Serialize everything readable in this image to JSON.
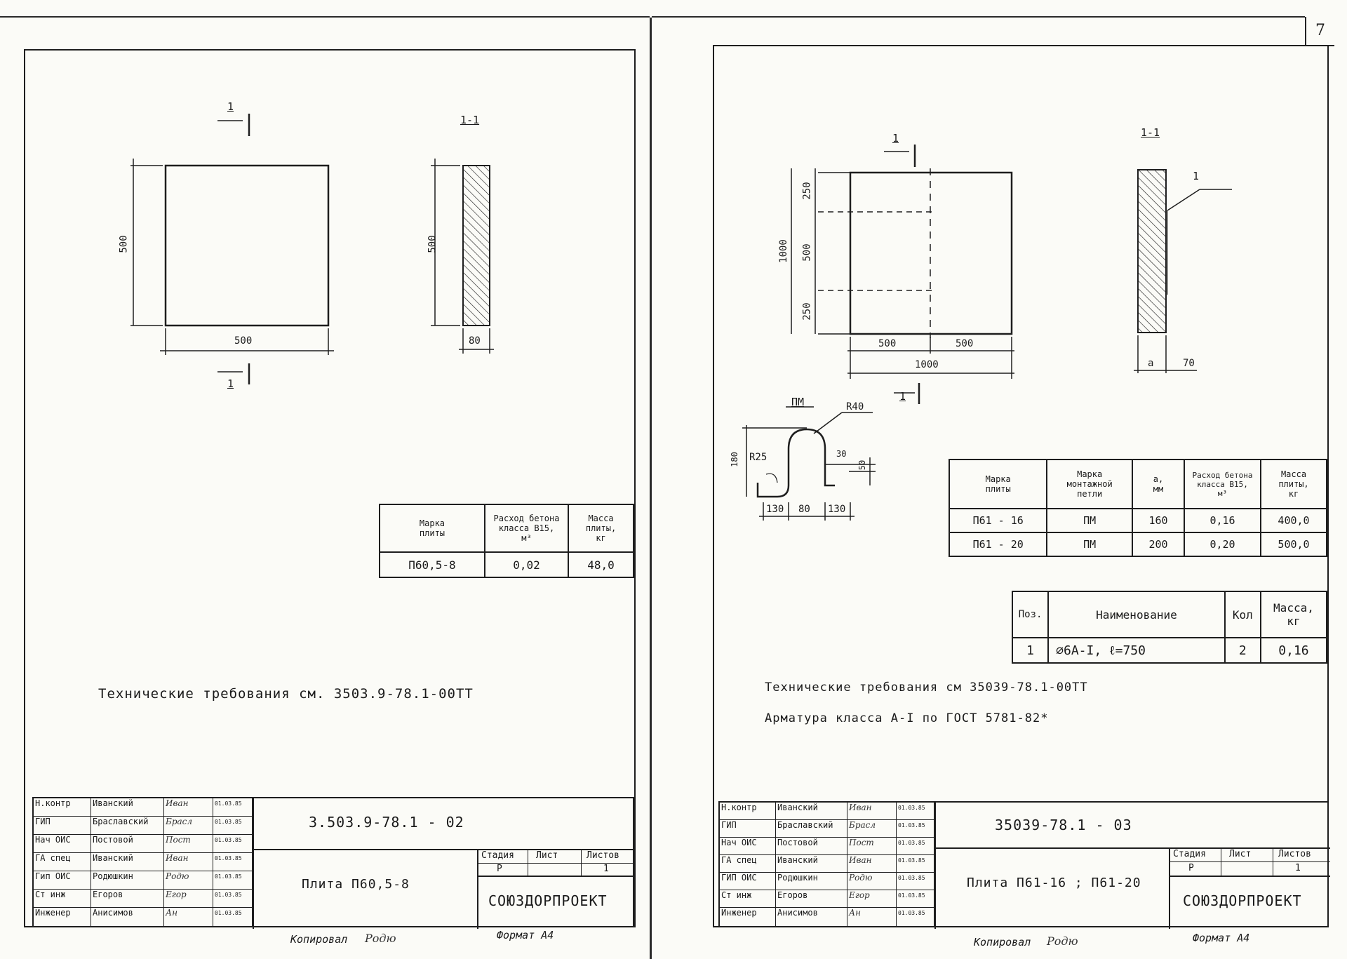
{
  "page_number": "7",
  "left": {
    "views": {
      "plan_cut_top": "1",
      "plan_cut_bottom": "1",
      "section_label": "1-1"
    },
    "dims": {
      "height": "500",
      "width": "500",
      "section_height": "500",
      "thickness": "80"
    },
    "table": {
      "headers": [
        "Марка\nплиты",
        "Расход бетона\nкласса В15,\nм³",
        "Масса\nплиты,\nкг"
      ],
      "rows": [
        [
          "П60,5-8",
          "0,02",
          "48,0"
        ]
      ]
    },
    "note": "Технические требования см. 3503.9-78.1-00ТТ",
    "stamp": {
      "code": "3.503.9-78.1 - 02",
      "title": "Плита П60,5-8",
      "roles": [
        "Н.контр",
        "ГИП",
        "Нач ОИС",
        "ГА спец",
        "Гип ОИС",
        "Ст инж",
        "Инженер"
      ],
      "names": [
        "Иванский",
        "Браславский",
        "Постовой",
        "Иванский",
        "Родюшкин",
        "Егоров",
        "Анисимов"
      ],
      "dates": [
        "01.03.85",
        "01.03.85",
        "01.03.85",
        "01.03.85",
        "01.03.85",
        "01.03.85",
        "01.03.85"
      ],
      "signatures": [
        "Иван",
        "Брасл",
        "Пост",
        "Иван",
        "Родю",
        "Егор",
        "Ан"
      ],
      "stage_headers": [
        "Стадия",
        "Лист",
        "Листов"
      ],
      "stage_values": [
        "Р",
        "",
        "1"
      ],
      "org": "СОЮЗДОРПРОЕКТ"
    },
    "footer": {
      "copied": "Копировал",
      "format": "Формат А4"
    }
  },
  "right": {
    "views": {
      "plan_cut_top": "1",
      "plan_cut_bottom": "1",
      "section_label": "1-1",
      "pos_mark": "1",
      "loop_label": "ПМ"
    },
    "dims": {
      "h_total": "1000",
      "h_top": "250",
      "h_mid": "500",
      "h_bot": "250",
      "w_left": "500",
      "w_right": "500",
      "w_total": "1000",
      "sec_a": "a",
      "sec_70": "70",
      "loop_r40": "R40",
      "loop_r25": "R25",
      "loop_h": "180",
      "loop_130a": "130",
      "loop_80": "80",
      "loop_130b": "130",
      "loop_30": "30",
      "loop_50": "50"
    },
    "table1": {
      "headers": [
        "Марка\nплиты",
        "Марка\nмонтажной\nпетли",
        "a,\nмм",
        "Расход бетона\nкласса В15,\nм³",
        "Масса\nплиты,\nкг"
      ],
      "rows": [
        [
          "П61 - 16",
          "ПМ",
          "160",
          "0,16",
          "400,0"
        ],
        [
          "П61 - 20",
          "ПМ",
          "200",
          "0,20",
          "500,0"
        ]
      ]
    },
    "table2": {
      "headers": [
        "Поз.",
        "Наименование",
        "Кол",
        "Масса,\nкг"
      ],
      "rows": [
        [
          "1",
          "⌀6А-I, ℓ=750",
          "2",
          "0,16"
        ]
      ]
    },
    "note1": "Технические требования см 35039-78.1-00ТТ",
    "note2": "Арматура класса А-I по ГОСТ 5781-82*",
    "stamp": {
      "code": "35039-78.1 - 03",
      "title": "Плита П61-16 ; П61-20",
      "roles": [
        "Н.контр",
        "ГИП",
        "Нач ОИС",
        "ГА спец",
        "ГИП ОИС",
        "Ст инж",
        "Инженер"
      ],
      "names": [
        "Иванский",
        "Браславский",
        "Постовой",
        "Иванский",
        "Родюшкин",
        "Егоров",
        "Анисимов"
      ],
      "dates": [
        "01.03.85",
        "01.03.85",
        "01.03.85",
        "01.03.85",
        "01.03.85",
        "01.03.85",
        "01.03.85"
      ],
      "signatures": [
        "Иван",
        "Брасл",
        "Пост",
        "Иван",
        "Родю",
        "Егор",
        "Ан"
      ],
      "stage_headers": [
        "Стадия",
        "Лист",
        "Листов"
      ],
      "stage_values": [
        "Р",
        "",
        "1"
      ],
      "org": "СОЮЗДОРПРОЕКТ"
    },
    "footer": {
      "copied": "Копировал",
      "format": "Формат А4"
    }
  },
  "colors": {
    "ink": "#1e1e1e",
    "paper": "#fbfbf7"
  }
}
